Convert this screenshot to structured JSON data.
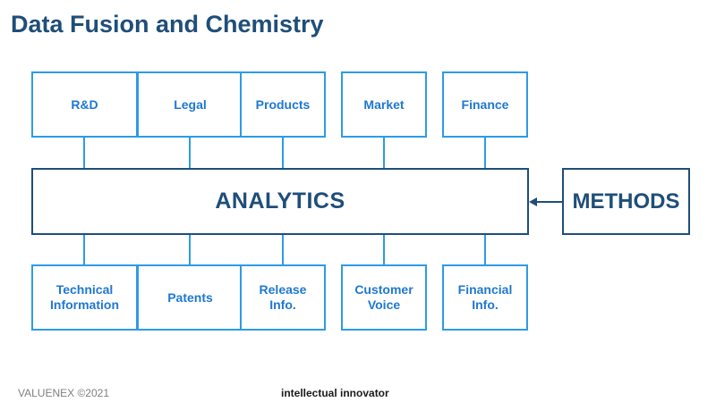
{
  "title": "Data Fusion and Chemistry",
  "center_label": "ANALYTICS",
  "side_label": "METHODS",
  "top_boxes": [
    "R&D",
    "Legal",
    "Products",
    "Market",
    "Finance"
  ],
  "bottom_boxes": [
    "Technical\nInformation",
    "Patents",
    "Release\nInfo.",
    "Customer\nVoice",
    "Financial\nInfo."
  ],
  "footer": {
    "left": "VALUENEX ©2021",
    "center": "intellectual innovator"
  },
  "colors": {
    "title": "#1f4e79",
    "box_border": "#2e9be6",
    "box_text": "#1f78d1",
    "connector": "#2e9be6",
    "main_border": "#1f4e79"
  }
}
